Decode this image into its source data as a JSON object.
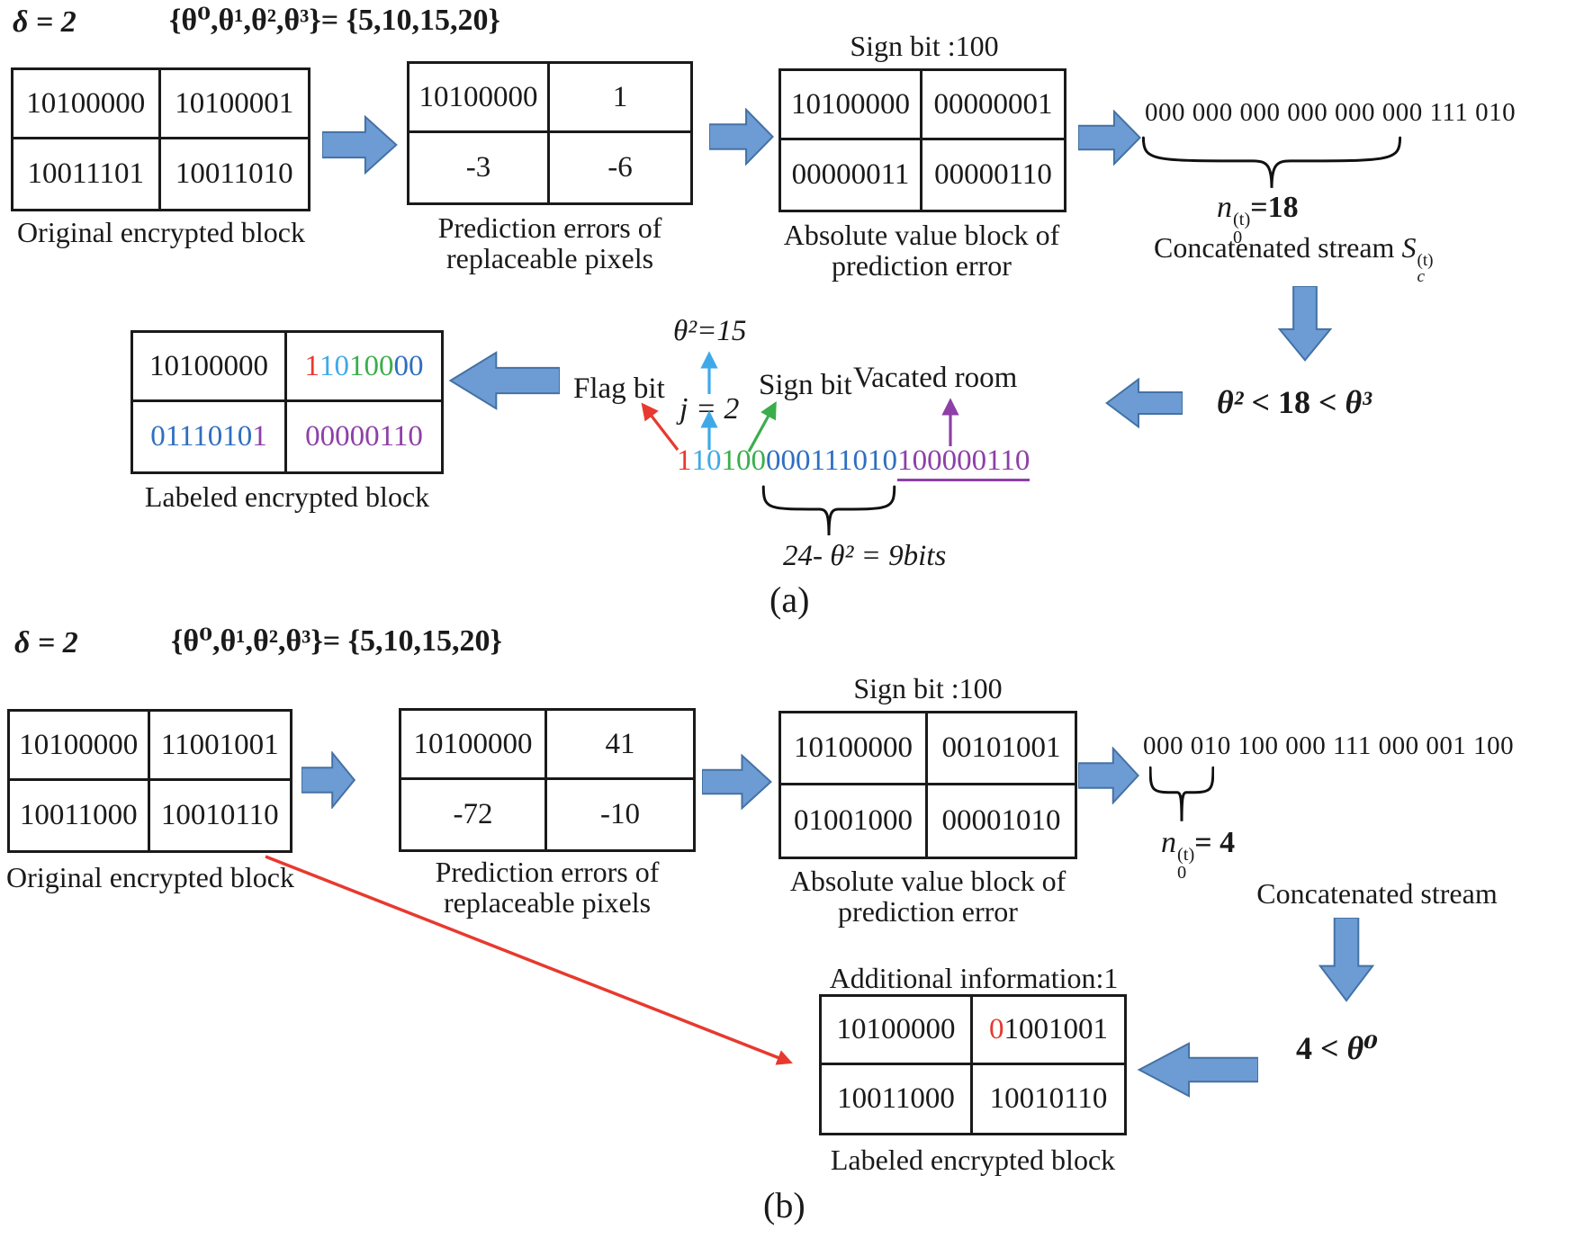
{
  "colors": {
    "arrow_fill": "#6D9BD3",
    "arrow_edge": "#4472A4",
    "bit_red": "#E8392E",
    "bit_cyan": "#3FA9E8",
    "bit_green": "#3BAE4C",
    "bit_blue": "#2E6FC0",
    "bit_purple": "#8E3FA8",
    "text": "#1A1A1A"
  },
  "panel_a": {
    "delta": "δ = 2",
    "theta_set": "{θ⁰,θ¹,θ²,θ³}= {5,10,15,20}",
    "sign_bit_label": "Sign bit :100",
    "original_block": {
      "cells": [
        [
          "10100000",
          "10100001"
        ],
        [
          "10011101",
          "10011010"
        ]
      ],
      "caption": "Original encrypted block"
    },
    "prediction_block": {
      "cells": [
        [
          "10100000",
          "1"
        ],
        [
          "-3",
          "-6"
        ]
      ],
      "caption_line1": "Prediction errors of",
      "caption_line2": "replaceable pixels"
    },
    "abs_block": {
      "cells": [
        [
          "10100000",
          "00000001"
        ],
        [
          "00000011",
          "00000110"
        ]
      ],
      "caption_line1": "Absolute value block of",
      "caption_line2": "prediction error"
    },
    "stream": "000 000 000 000 000 000 111 010",
    "n0": {
      "var": "n",
      "sub": "0",
      "sup": "(t)",
      "value": "=18"
    },
    "stream_caption": {
      "text": "Concatenated stream ",
      "var": "S",
      "sub": "c",
      "sup": "(t)"
    },
    "comparison": {
      "pre": "θ² < ",
      "mid": "18",
      "post": " < θ³"
    },
    "theta2_label": "θ²=15",
    "flag_bit_label": "Flag bit",
    "j_label": "j = 2",
    "sign_bit_arrow_label": "Sign bit",
    "vacated_room_label": "Vacated room",
    "bits": {
      "segments": [
        {
          "t": "1",
          "c": "red"
        },
        {
          "t": "10",
          "c": "cyan"
        },
        {
          "t": "100",
          "c": "green"
        },
        {
          "t": "000111010",
          "c": "blue"
        },
        {
          "t": "100000110",
          "c": "purple"
        }
      ]
    },
    "bits_brace_label": "24- θ² = 9bits",
    "labeled_block": {
      "tl": "10100000",
      "tr": [
        {
          "t": "1",
          "c": "red"
        },
        {
          "t": "10",
          "c": "cyan"
        },
        {
          "t": "100",
          "c": "green"
        },
        {
          "t": "00",
          "c": "blue"
        }
      ],
      "bl": [
        {
          "t": "0111010",
          "c": "blue"
        },
        {
          "t": "1",
          "c": "purple"
        }
      ],
      "br": [
        {
          "t": "00000110",
          "c": "purple"
        }
      ],
      "caption": "Labeled encrypted block"
    },
    "tag": "(a)"
  },
  "panel_b": {
    "delta": "δ = 2",
    "theta_set": "{θ⁰,θ¹,θ²,θ³}= {5,10,15,20}",
    "sign_bit_label": "Sign bit :100",
    "original_block": {
      "cells": [
        [
          "10100000",
          "11001001"
        ],
        [
          "10011000",
          "10010110"
        ]
      ],
      "caption": "Original encrypted block"
    },
    "prediction_block": {
      "cells": [
        [
          "10100000",
          "41"
        ],
        [
          "-72",
          "-10"
        ]
      ],
      "caption_line1": "Prediction errors of",
      "caption_line2": "replaceable pixels"
    },
    "abs_block": {
      "cells": [
        [
          "10100000",
          "00101001"
        ],
        [
          "01001000",
          "00001010"
        ]
      ],
      "caption_line1": "Absolute value block of",
      "caption_line2": "prediction error"
    },
    "stream": "000 010 100 000 111 000 001 100",
    "n0": {
      "var": "n",
      "sub": "0",
      "sup": "(t)",
      "value": "= 4"
    },
    "stream_caption": {
      "text": "Concatenated stream"
    },
    "comparison": {
      "mid": "4",
      "post": " < θ⁰"
    },
    "additional_info": "Additional information:1",
    "labeled_block": {
      "tl": "10100000",
      "tr": [
        {
          "t": "0",
          "c": "red"
        },
        {
          "t": "1001001",
          "c": "black"
        }
      ],
      "bl": "10011000",
      "br": "10010110",
      "caption": "Labeled encrypted block"
    },
    "tag": "(b)"
  }
}
